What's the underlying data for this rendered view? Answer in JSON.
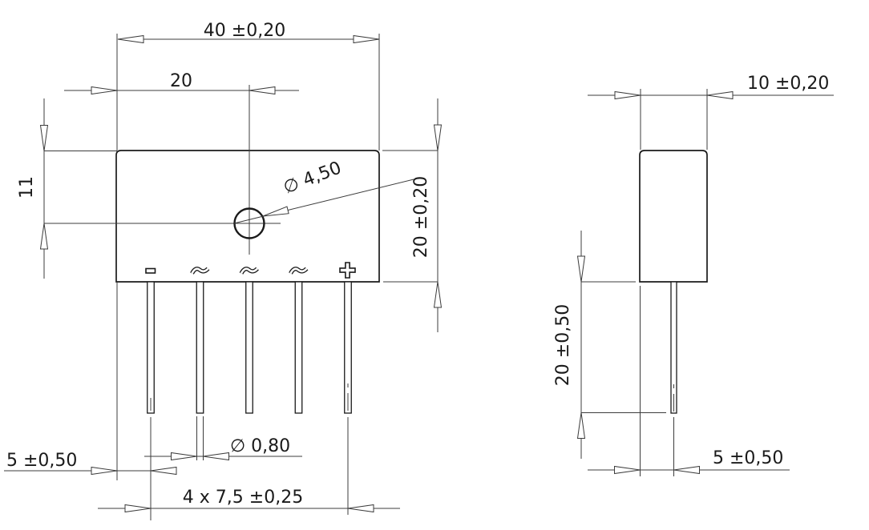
{
  "colors": {
    "background": "#ffffff",
    "ink": "#1a1a1a",
    "dim_line": "#3c3c3c"
  },
  "front_view": {
    "dim_width": "40 ±0,20",
    "dim_hole_offset_h": "20",
    "dim_hole_offset_v": "11",
    "dim_hole_diameter": "∅ 4,50",
    "dim_height": "20 ±0,20",
    "dim_lead_offset": "5 ±0,50",
    "dim_lead_diameter": "∅ 0,80",
    "dim_lead_pitch": "4 x 7,5 ±0,25",
    "pin_labels": [
      "−",
      "≈",
      "≈",
      "≈",
      "+"
    ]
  },
  "side_view": {
    "dim_depth": "10 ±0,20",
    "dim_lead_length": "20 ±0,50",
    "dim_lead_offset": "5 ±0,50"
  }
}
